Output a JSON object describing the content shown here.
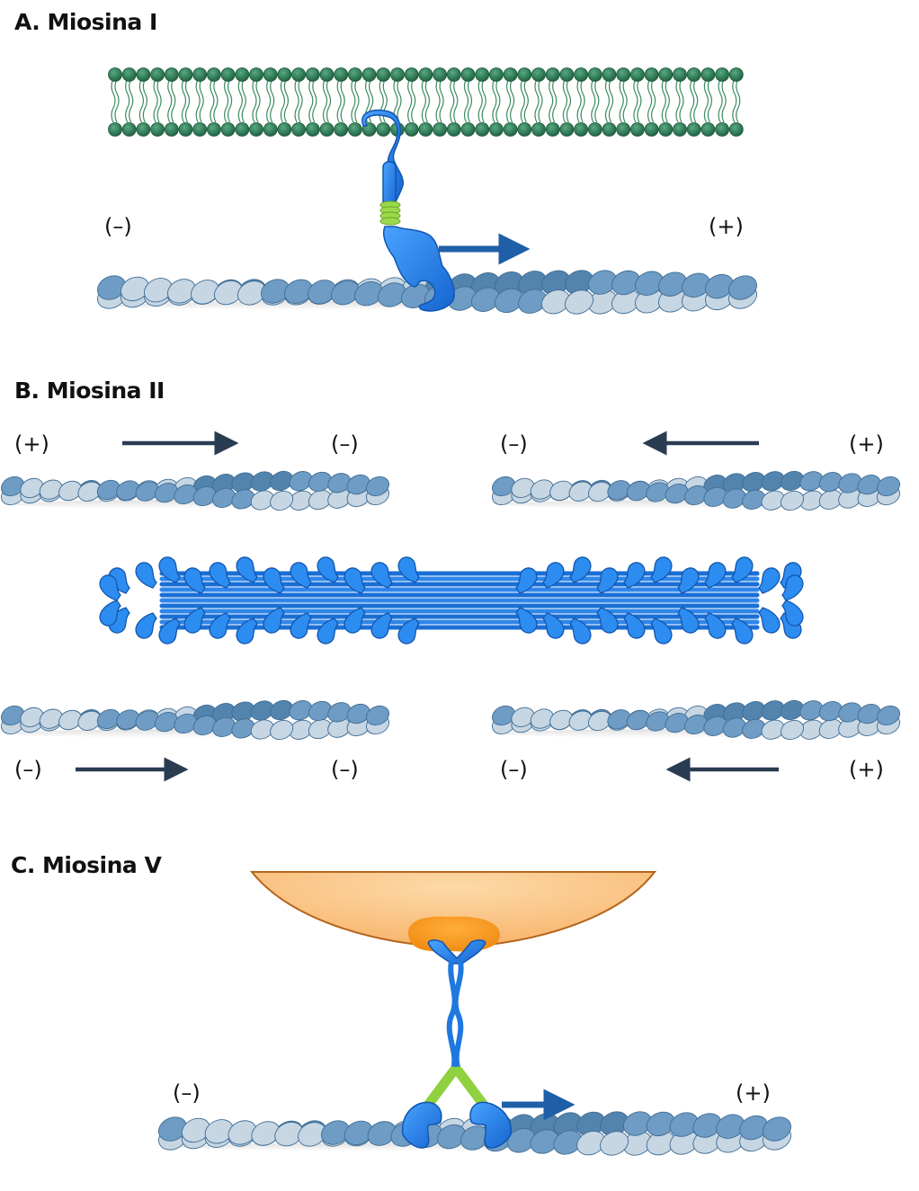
{
  "panels": [
    {
      "id": "A",
      "title": "A. Miosina I",
      "labels": {
        "left": "(–)",
        "right": "(+)"
      },
      "motion": "toward-plus",
      "components": [
        "cell-membrane-lipid-bilayer",
        "myosin-I-motor",
        "actin-filament"
      ]
    },
    {
      "id": "B",
      "title": "B. Miosina II",
      "top_left_filament": {
        "left": "(+)",
        "right": "(–)",
        "arrow": "right"
      },
      "top_right_filament": {
        "left": "(–)",
        "right": "(+)",
        "arrow": "left"
      },
      "bottom_left_filament": {
        "left": "(–)",
        "right": "(–)",
        "arrow": "right"
      },
      "bottom_right_filament": {
        "left": "(–)",
        "right": "(+)",
        "arrow": "left"
      },
      "components": [
        "actin-filament",
        "myosin-II-bipolar-thick-filament"
      ]
    },
    {
      "id": "C",
      "title": "C. Miosina V",
      "labels": {
        "left": "(–)",
        "right": "(+)"
      },
      "motion": "toward-plus",
      "components": [
        "vesicle-cargo",
        "cargo-adaptor",
        "myosin-V-dimer",
        "actin-filament"
      ]
    }
  ],
  "colors": {
    "myosin": "#1f78e0",
    "myosin_dark": "#1256b0",
    "lever_arm": "#8fd13f",
    "lipid_head": "#2f7d57",
    "actin_light": "#c9d8e4",
    "actin_dark": "#5d8ab3",
    "arrow": "#2a3c52",
    "motion_arrow": "#1f5fa8",
    "vesicle": "#fbc58a",
    "vesicle_edge": "#b5651d",
    "adaptor": "#f7901e"
  }
}
